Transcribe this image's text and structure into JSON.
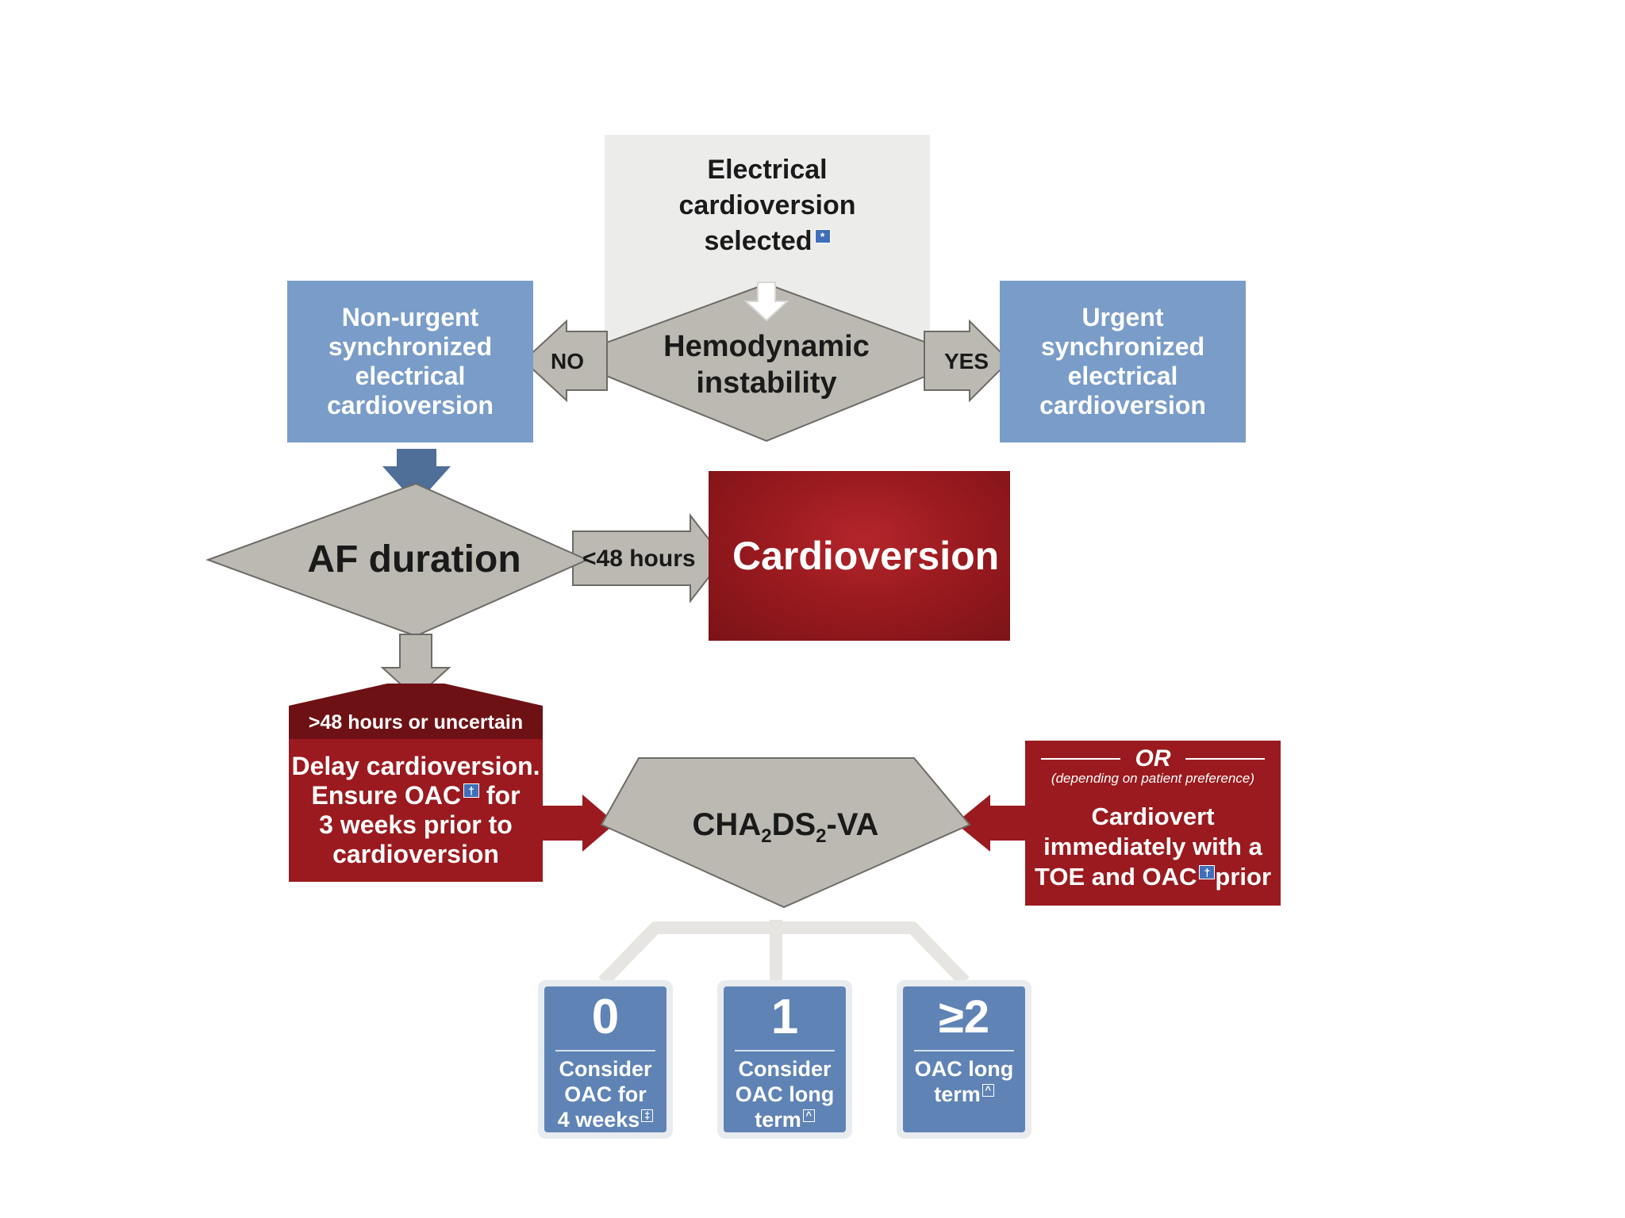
{
  "start_box": {
    "line1": "Electrical",
    "line2": "cardioversion",
    "line3": "selected",
    "mark": "*"
  },
  "hemodynamic": {
    "line1": "Hemodynamic",
    "line2": "instability",
    "no_label": "NO",
    "yes_label": "YES"
  },
  "non_urgent": {
    "lines": [
      "Non-urgent",
      "synchronized",
      "electrical",
      "cardioversion"
    ]
  },
  "urgent": {
    "lines": [
      "Urgent",
      "synchronized",
      "electrical",
      "cardioversion"
    ]
  },
  "af_duration": {
    "label": "AF duration",
    "short_label": "<48 hours",
    "long_label": ">48 hours or uncertain"
  },
  "cardioversion_box": {
    "label": "Cardioversion"
  },
  "delay_box": {
    "line1": "Delay cardioversion.",
    "line2a": "Ensure OAC",
    "line2b": "for",
    "line3": "3 weeks prior to",
    "line4": "cardioversion",
    "mark": "†"
  },
  "chads": {
    "p1": "CHA",
    "sub1": "2",
    "p2": "DS",
    "sub2": "2",
    "p3": "-VA"
  },
  "alternative_box": {
    "or_label": "OR",
    "preference": "(depending on patient preference)",
    "line1": "Cardiovert",
    "line2": "immediately with a",
    "line3a": "TOE and OAC",
    "line3b": "prior",
    "mark": "†"
  },
  "score_cards": [
    {
      "score": "0",
      "lines": [
        "Consider",
        "OAC for",
        "4 weeks"
      ],
      "mark": "‡"
    },
    {
      "score": "1",
      "lines": [
        "Consider",
        "OAC long",
        "term"
      ],
      "mark": "^"
    },
    {
      "score": "≥2",
      "lines": [
        "OAC long",
        "term"
      ],
      "mark": "^"
    }
  ],
  "colors": {
    "blue": "#7a9cc8",
    "dark_blue": "#4f6e98",
    "gray_diamond": "#b9b6b0",
    "dark_red": "#9a1a1f",
    "darker_red": "#6e1114"
  }
}
